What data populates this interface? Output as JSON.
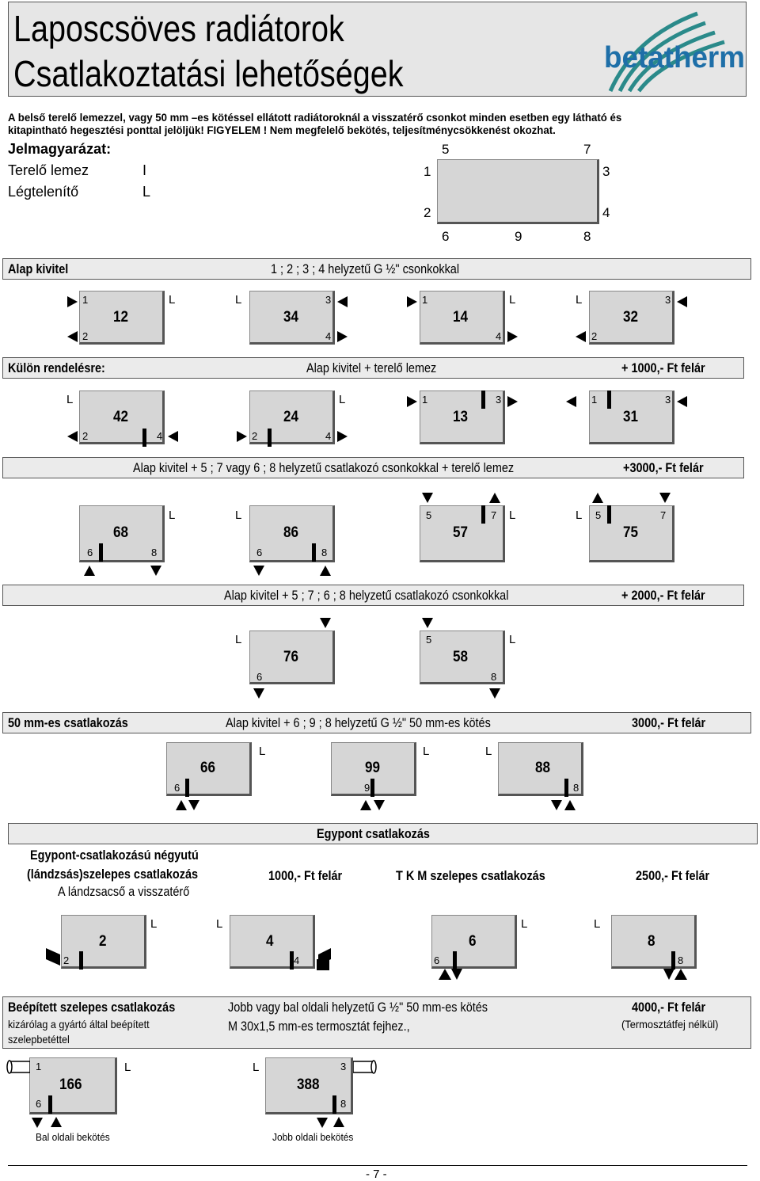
{
  "header": {
    "title_line1": "Laposcsöves radiátorok",
    "title_line2": "Csatlakoztatási lehetőségek",
    "logo_text": "betatherm"
  },
  "intro": {
    "line1": "A belső terelő lemezzel, vagy 50 mm –es kötéssel ellátott radiátoroknál a visszatérő csonkot minden esetben egy látható és",
    "line2": "kitapintható hegesztési ponttal jelöljük! FIGYELEM ! Nem megfelelő bekötés, teljesítménycsökkenést okozhat."
  },
  "legend": {
    "title": "Jelmagyarázat:",
    "baffle_label": "Terelő lemez",
    "baffle_symbol": "I",
    "vent_label": "Légtelenítő",
    "vent_symbol": "L",
    "positions": {
      "p1": "1",
      "p2": "2",
      "p3": "3",
      "p4": "4",
      "p5": "5",
      "p6": "6",
      "p7": "7",
      "p8": "8",
      "p9": "9"
    }
  },
  "sections": {
    "s1_label": "Alap kivitel",
    "s1_desc": "1 ; 2 ; 3 ; 4  helyzetű G ½\" csonkokkal",
    "s2_label": "Külön rendelésre:",
    "s2_desc": "Alap kivitel + terelő lemez",
    "s2_price": "+ 1000,- Ft felár",
    "s3_desc": "Alap kivitel +  5 ; 7 vagy 6 ; 8 helyzetű csatlakozó csonkokkal + terelő lemez",
    "s3_price": "+3000,- Ft felár",
    "s4_desc": "Alap kivitel +  5 ; 7 ; 6 ; 8 helyzetű csatlakozó csonkokkal",
    "s4_price": "+ 2000,- Ft felár",
    "s5_label": "50 mm-es csatlakozás",
    "s5_desc": "Alap kivitel + 6 ; 9 ; 8 helyzetű G ½\"  50 mm-es kötés",
    "s5_price": "3000,- Ft felár",
    "s6_title": "Egypont csatlakozás",
    "s6_left1": "Egypont-csatlakozású négyutú",
    "s6_left2": "(lándzsás)szelepes csatlakozás",
    "s6_left3": "A lándzsacső a visszatérő",
    "s6_price1": "1000,- Ft felár",
    "s6_mid": "T K M szelepes csatlakozás",
    "s6_price2": "2500,- Ft felár",
    "s7_label": "Beépített szelepes csatlakozás",
    "s7_sub1": "kizárólag a gyártó által beépített",
    "s7_sub2": "szelepbetéttel",
    "s7_desc1": "Jobb vagy bal oldali helyzetű G ½\"  50 mm-es kötés",
    "s7_desc2": "M 30x1,5 mm-es termosztát fejhez.,",
    "s7_price": "4000,- Ft felár",
    "s7_note": "(Termosztátfej nélkül)",
    "left_caption": "Bal oldali bekötés",
    "right_caption": "Jobb oldali bekötés"
  },
  "codes": {
    "c12": "12",
    "c34": "34",
    "c14": "14",
    "c32": "32",
    "c42": "42",
    "c24": "24",
    "c13": "13",
    "c31": "31",
    "c68": "68",
    "c86": "86",
    "c57": "57",
    "c75": "75",
    "c76": "76",
    "c58": "58",
    "c66": "66",
    "c99": "99",
    "c88": "88",
    "c2": "2",
    "c4": "4",
    "c6": "6",
    "c8": "8",
    "c166": "166",
    "c388": "388"
  },
  "footer": {
    "page": "- 7 -"
  }
}
